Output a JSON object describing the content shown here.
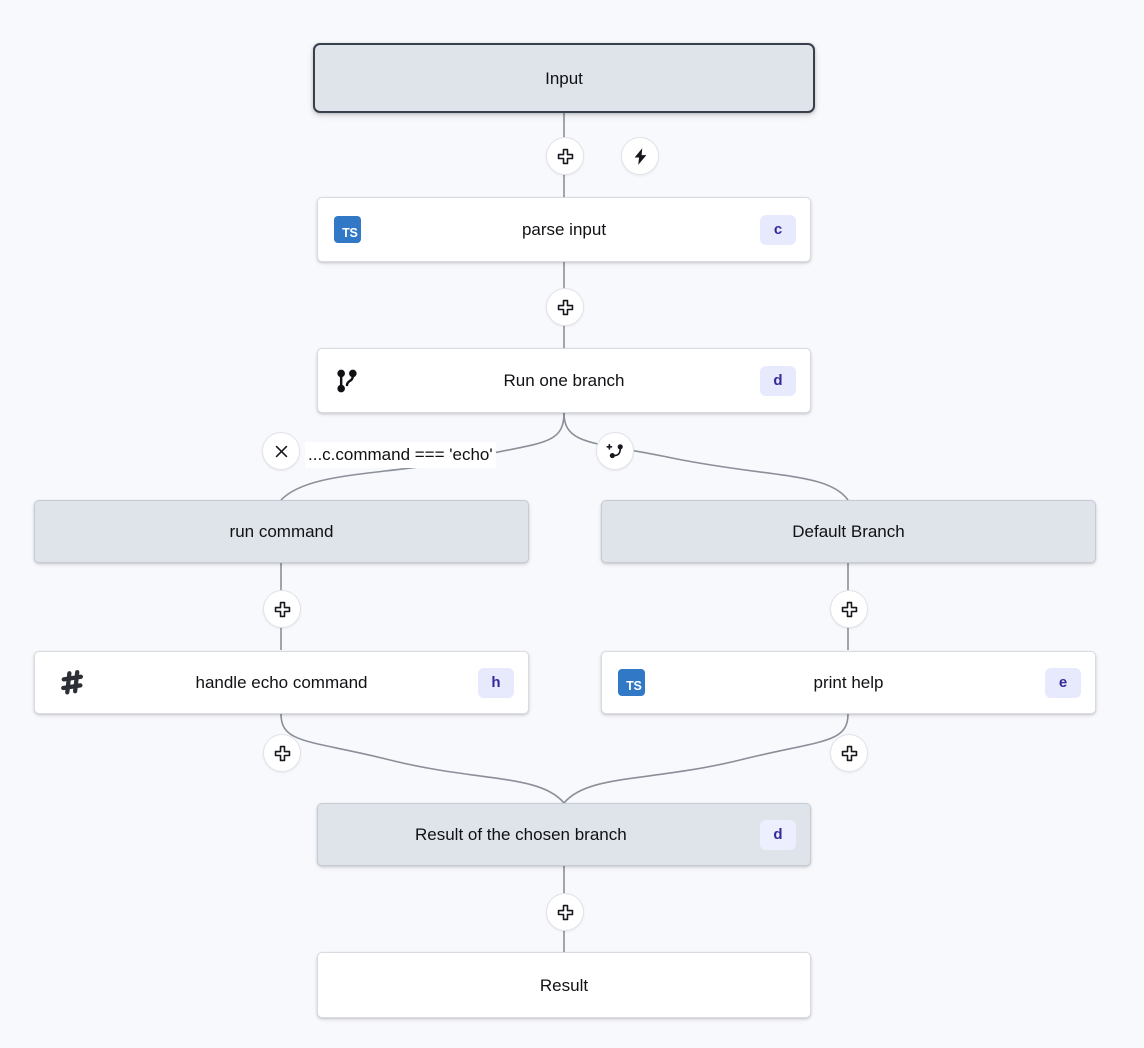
{
  "canvas": {
    "background_color": "#f8f9fc",
    "edge_color": "#8a8f99"
  },
  "graph": {
    "title": "flow-graph",
    "nodes": [
      {
        "id": "input",
        "label": "Input",
        "style": "grey",
        "selected": true,
        "icon": null,
        "badge": null
      },
      {
        "id": "parse-input",
        "label": "parse input",
        "style": "white",
        "selected": false,
        "icon": "typescript-icon",
        "icon_text": "TS",
        "badge": "c"
      },
      {
        "id": "run-one-branch",
        "label": "Run one branch",
        "style": "white",
        "selected": false,
        "icon": "git-branch-icon",
        "badge": "d"
      },
      {
        "id": "run-command",
        "label": "run command",
        "style": "grey",
        "selected": false,
        "icon": null,
        "badge": null
      },
      {
        "id": "default-branch",
        "label": "Default Branch",
        "style": "grey",
        "selected": false,
        "icon": null,
        "badge": null
      },
      {
        "id": "handle-echo-command",
        "label": "handle echo command",
        "style": "white",
        "selected": false,
        "icon": "hash-script-icon",
        "badge": "h"
      },
      {
        "id": "print-help",
        "label": "print help",
        "style": "white",
        "selected": false,
        "icon": "typescript-icon",
        "icon_text": "TS",
        "badge": "e"
      },
      {
        "id": "branch-result",
        "label": "Result of the chosen branch",
        "style": "grey",
        "selected": false,
        "icon": null,
        "badge": "d"
      },
      {
        "id": "result",
        "label": "Result",
        "style": "white",
        "selected": false,
        "icon": null,
        "badge": null
      }
    ],
    "condition_label": "...c.command === 'echo'",
    "buttons": {
      "add_step": "add-step-plus-icon",
      "trigger": "lightning-bolt-icon",
      "remove_branch": "close-x-icon",
      "add_branch": "add-branch-icon"
    }
  }
}
